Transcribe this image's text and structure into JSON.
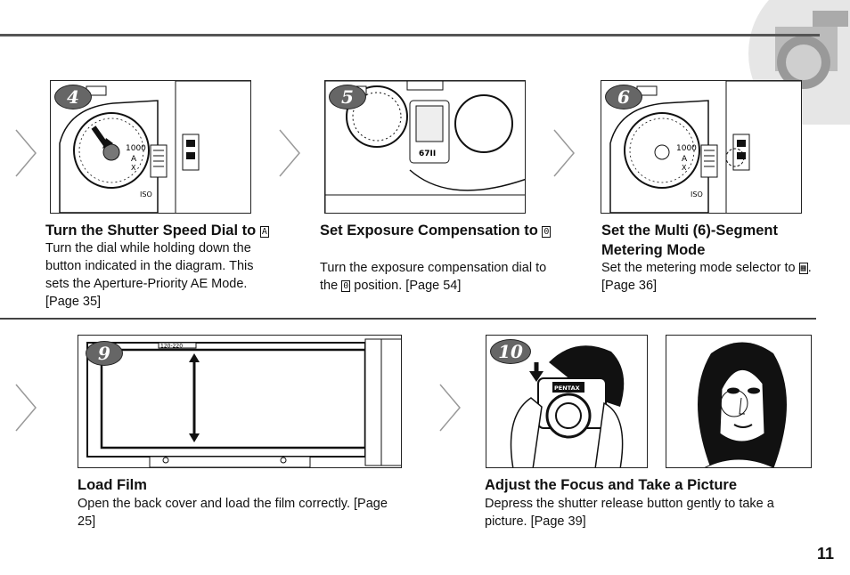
{
  "page": {
    "number": "11"
  },
  "steps": [
    {
      "badge": "4",
      "title": "Turn the Shutter Speed Dial to",
      "title_symbol": "A",
      "title_tail": "",
      "body": "Turn the dial while holding down the button indicated in the diagram. This sets the Aperture-Priority AE Mode. [Page 35]",
      "dial_labels": [
        "1000",
        "A",
        "X"
      ],
      "iso_label": "ISO"
    },
    {
      "badge": "5",
      "title": "Set Exposure Compensation to",
      "title_symbol": "0",
      "title_tail": "",
      "body_pre": "Turn the exposure compensation dial to the",
      "body_symbol": "0",
      "body_post": "position. [Page 54]",
      "camera_label": "67II"
    },
    {
      "badge": "6",
      "title": "Set the Multi (6)-Segment Metering Mode",
      "body_pre": "Set the metering mode selector to",
      "body_symbol": "▦",
      "body_post": ". [Page 36]",
      "dial_labels": [
        "1000",
        "A",
        "X"
      ],
      "iso_label": "ISO"
    },
    {
      "badge": "9",
      "title": "Load Film",
      "body": "Open the back cover and load the film correctly. [Page 25]",
      "film_label": "120-220"
    },
    {
      "badge": "10",
      "title": "Adjust the Focus and Take a Picture",
      "body": "Depress the shutter release button gently to take a picture. [Page 39]",
      "camera_brand": "PENTAX"
    }
  ]
}
